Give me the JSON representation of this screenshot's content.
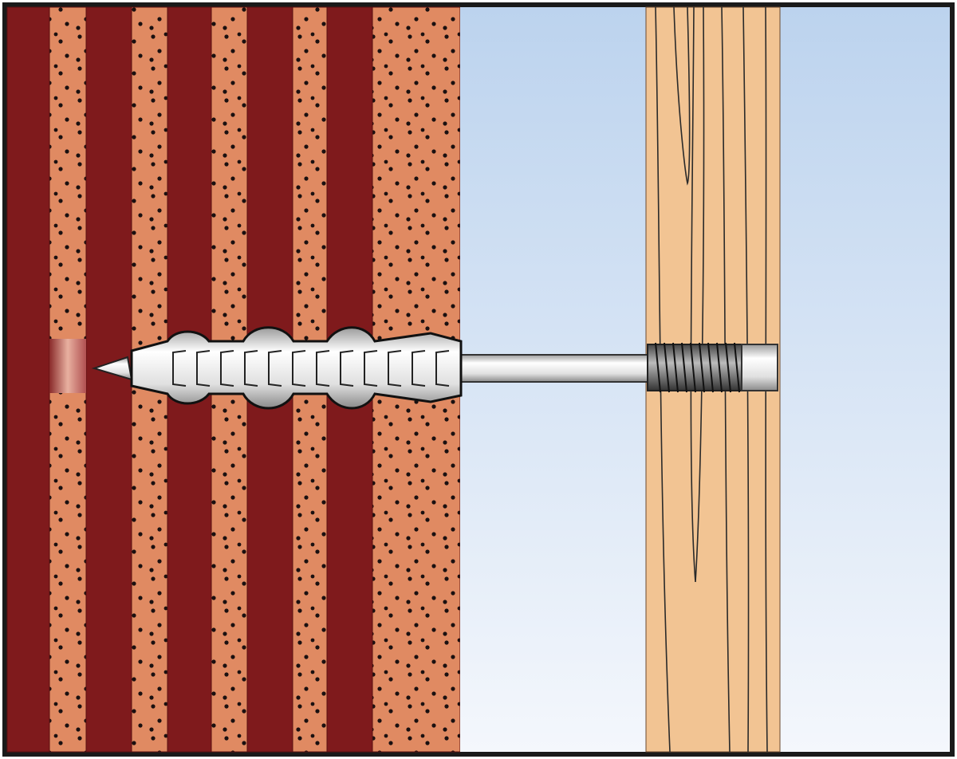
{
  "diagram": {
    "colors": {
      "frame": "#1a1a1a",
      "brick_web": "#7f1a1c",
      "brick_fill": "#e08a62",
      "dot": "#1a1010",
      "sky_top": "#bcd3ee",
      "sky_bottom": "#f4f7fc",
      "wood": "#f2c493",
      "wood_grain": "#2a2a2a",
      "metal_light": "#f2f2f2",
      "metal_dark": "#8a8a8a"
    },
    "icons": [
      "brick-wall-cross-section",
      "plastic-anchor",
      "screw-rod",
      "timber-batten"
    ]
  }
}
